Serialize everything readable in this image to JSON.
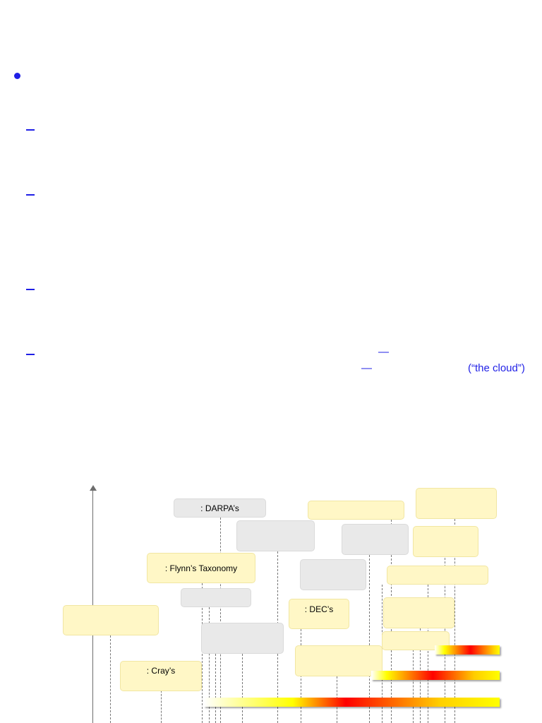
{
  "slide": {
    "bullets": [
      {
        "level": 1,
        "marker": "bullet-dot"
      },
      {
        "level": 2,
        "marker": "dash"
      },
      {
        "level": 2,
        "marker": "dash"
      },
      {
        "level": 2,
        "marker": "dash"
      },
      {
        "level": 2,
        "marker": "dash"
      }
    ],
    "fragments": {
      "em_dash_1": "—",
      "em_dash_2": "—",
      "cloud": "(“the cloud”)"
    }
  },
  "timeline": {
    "labels": {
      "darpa": ": DARPA’s",
      "flynn": ": Flynn’s Taxonomy",
      "dec": ":  DEC’s",
      "cray": ":  Cray’s"
    },
    "colors": {
      "yellow_box": "#fff7c6",
      "gray_box": "#e9e9e9",
      "bar_gradient": [
        "#ffffff",
        "#ffff00",
        "#ff0000",
        "#ffff00"
      ],
      "bullet_blue": "#1f1fe6"
    }
  }
}
